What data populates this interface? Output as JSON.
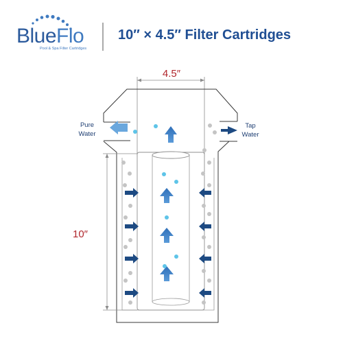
{
  "brand": {
    "name_part1": "Blue",
    "name_part2": "Flo",
    "tagline": "Pool & Spa Filter Cartridges",
    "colors": {
      "blue": "#2b5a9c",
      "light_blue": "#3f7ac0",
      "dot_blue": "#3fa9df"
    }
  },
  "title": "10″  × 4.5″  Filter Cartridges",
  "diagram": {
    "width_label": "4.5″",
    "height_label": "10″",
    "outlet_label_line1": "Pure",
    "outlet_label_line2": "Water",
    "inlet_label_line1": "Tap",
    "inlet_label_line2": "Water",
    "colors": {
      "arrow_dark": "#1d4a82",
      "arrow_light": "#4d8fcf",
      "dot_gray": "#c4c4c4",
      "dot_cyan": "#5ec4e8",
      "dimension_text": "#b0262c"
    }
  }
}
